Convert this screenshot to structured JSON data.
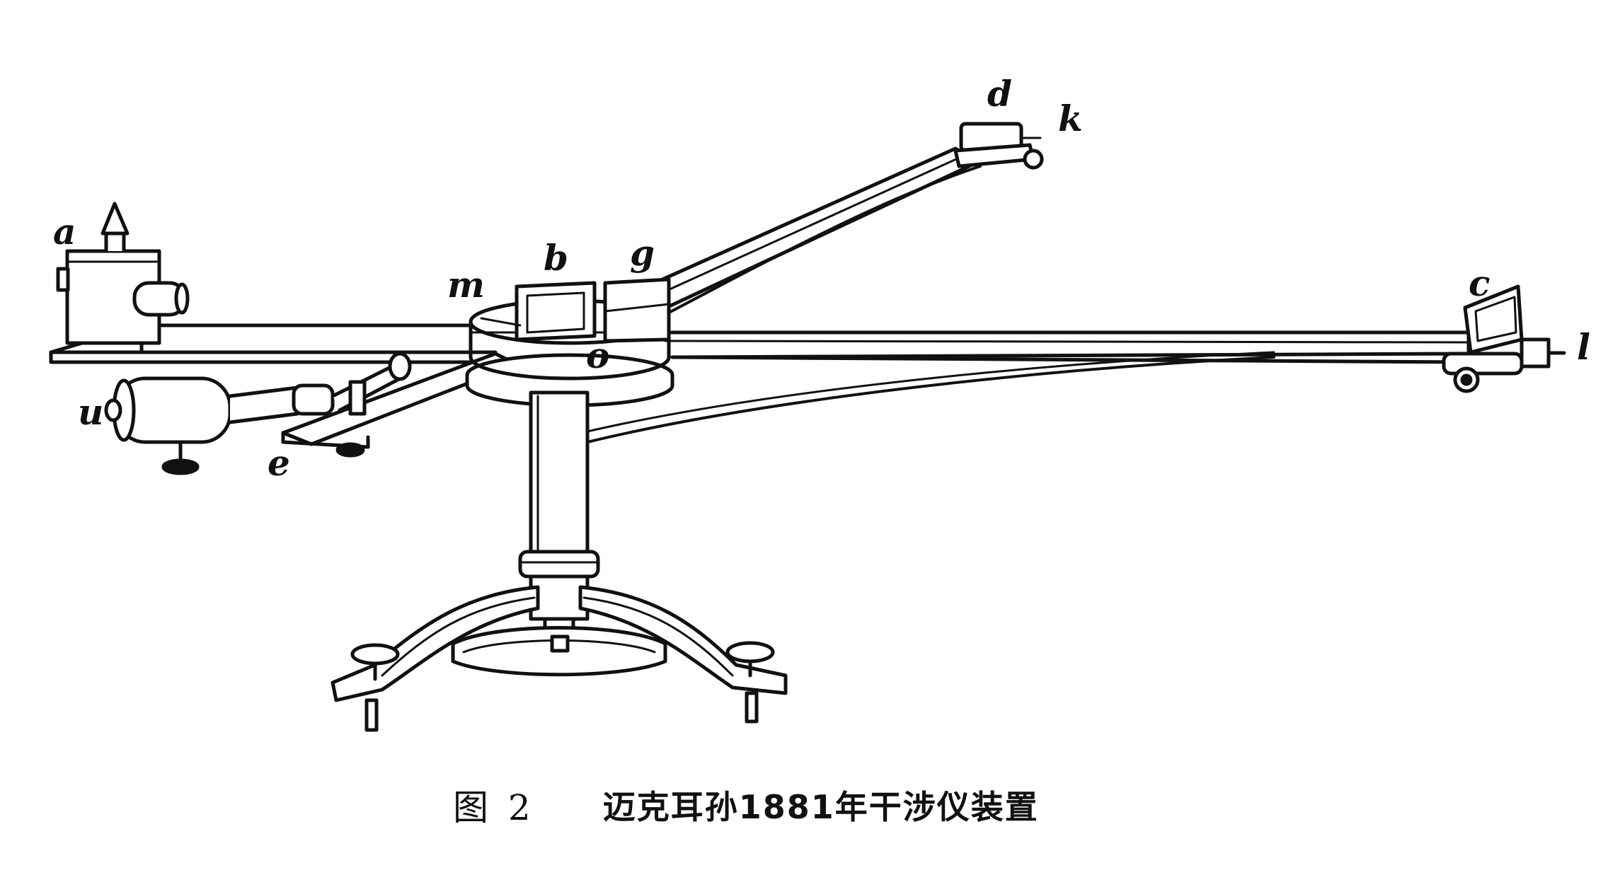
{
  "figure": {
    "labels": {
      "a": "a",
      "u": "u",
      "e": "e",
      "m": "m",
      "b": "b",
      "g": "g",
      "o": "o",
      "d": "d",
      "k": "k",
      "c": "c",
      "l": "l"
    },
    "colors": {
      "ink": "#111111",
      "paper": "#ffffff"
    }
  },
  "caption": {
    "number": "图 2",
    "text": "迈克耳孙1881年干涉仪装置"
  }
}
